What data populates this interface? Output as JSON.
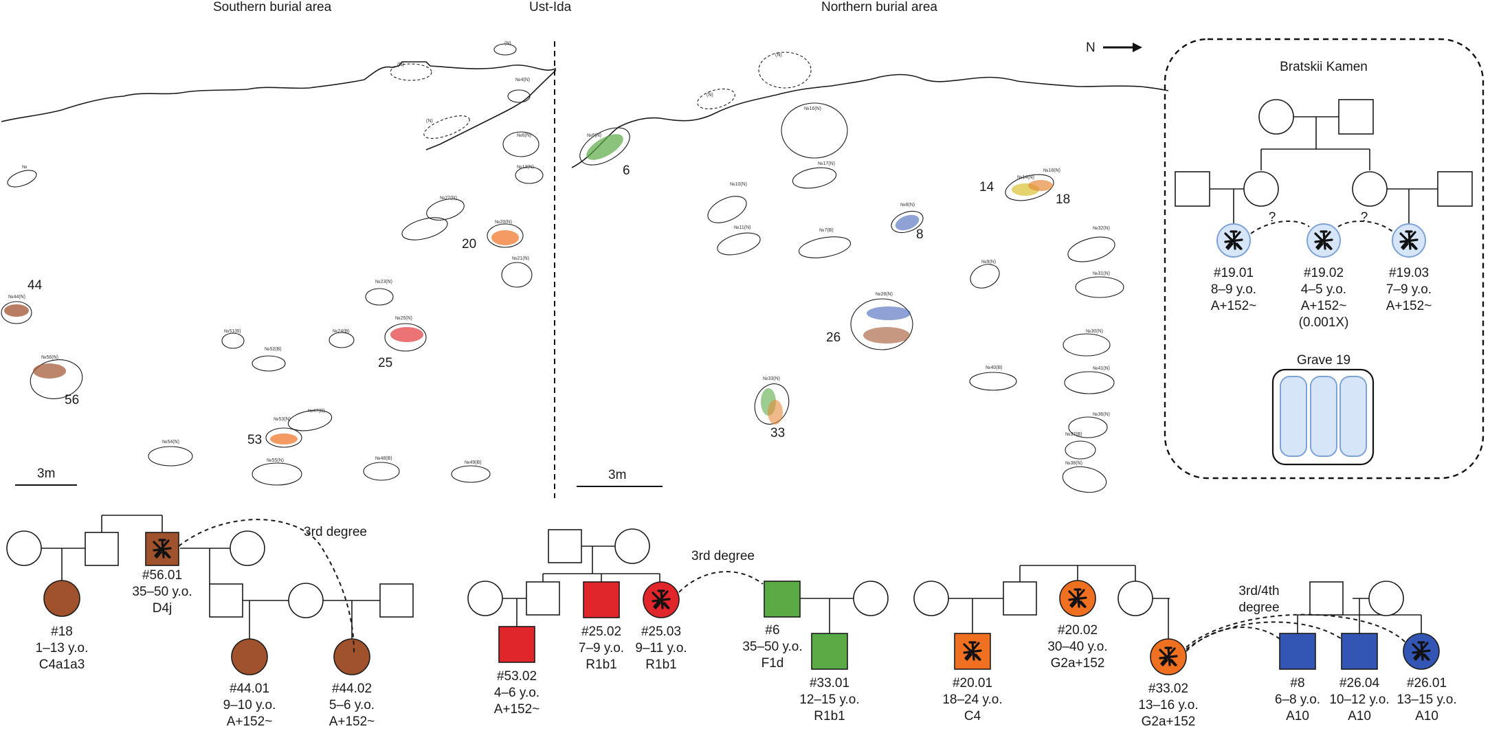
{
  "headers": {
    "south": "Southern burial area",
    "ustida": "Ust-Ida",
    "north": "Northern burial area",
    "north_arrow": "N"
  },
  "scale": {
    "left": "3m",
    "right": "3m"
  },
  "colors": {
    "brown": "#a0522d",
    "red": "#e0262b",
    "green": "#5aaa46",
    "orange": "#f07022",
    "blue": "#3356b4",
    "lightblue": "#d6e5f7",
    "blueedge": "#7da3d6"
  },
  "grave_numbers": [
    {
      "id": "g44",
      "text": "44"
    },
    {
      "id": "g56",
      "text": "56"
    },
    {
      "id": "g20",
      "text": "20"
    },
    {
      "id": "g25",
      "text": "25"
    },
    {
      "id": "g53",
      "text": "53"
    },
    {
      "id": "g6",
      "text": "6"
    },
    {
      "id": "g14",
      "text": "14"
    },
    {
      "id": "g18",
      "text": "18"
    },
    {
      "id": "g8",
      "text": "8"
    },
    {
      "id": "g26",
      "text": "26"
    },
    {
      "id": "g33",
      "text": "33"
    }
  ],
  "inset": {
    "title": "Bratskii Kamen",
    "grave_title": "Grave 19",
    "q1": "?",
    "q2": "?",
    "ind1": [
      "#19.01",
      "8–9 y.o.",
      "A+152~"
    ],
    "ind2": [
      "#19.02",
      "4–5 y.o.",
      "A+152~",
      "(0.001X)"
    ],
    "ind3": [
      "#19.03",
      "7–9 y.o.",
      "A+152~"
    ]
  },
  "ped1": {
    "degree": "3rd degree",
    "i18": [
      "#18",
      "1–13 y.o.",
      "C4a1a3"
    ],
    "i56": [
      "#56.01",
      "35–50 y.o.",
      "D4j"
    ],
    "i4401": [
      "#44.01",
      "9–10 y.o.",
      "A+152~"
    ],
    "i4402": [
      "#44.02",
      "5–6 y.o.",
      "A+152~"
    ]
  },
  "ped2": {
    "degree": "3rd degree",
    "i5302": [
      "#53.02",
      "4–6 y.o.",
      "A+152~"
    ],
    "i2502": [
      "#25.02",
      "7–9 y.o.",
      "R1b1"
    ],
    "i2503": [
      "#25.03",
      "9–11 y.o.",
      "R1b1"
    ],
    "i6": [
      "#6",
      "35–50 y.o.",
      "F1d"
    ],
    "i3301": [
      "#33.01",
      "12–15 y.o.",
      "R1b1"
    ]
  },
  "ped3": {
    "degree1": "3rd/4th",
    "degree2": "degree",
    "i2001": [
      "#20.01",
      "18–24 y.o.",
      "C4"
    ],
    "i2002": [
      "#20.02",
      "30–40 y.o.",
      "G2a+152"
    ],
    "i3302": [
      "#33.02",
      "13–16 y.o.",
      "G2a+152"
    ],
    "i8": [
      "#8",
      "6–8 y.o.",
      "A10"
    ],
    "i2604": [
      "#26.04",
      "10–12 y.o.",
      "A10"
    ],
    "i2601": [
      "#26.01",
      "13–15 y.o.",
      "A10"
    ]
  }
}
